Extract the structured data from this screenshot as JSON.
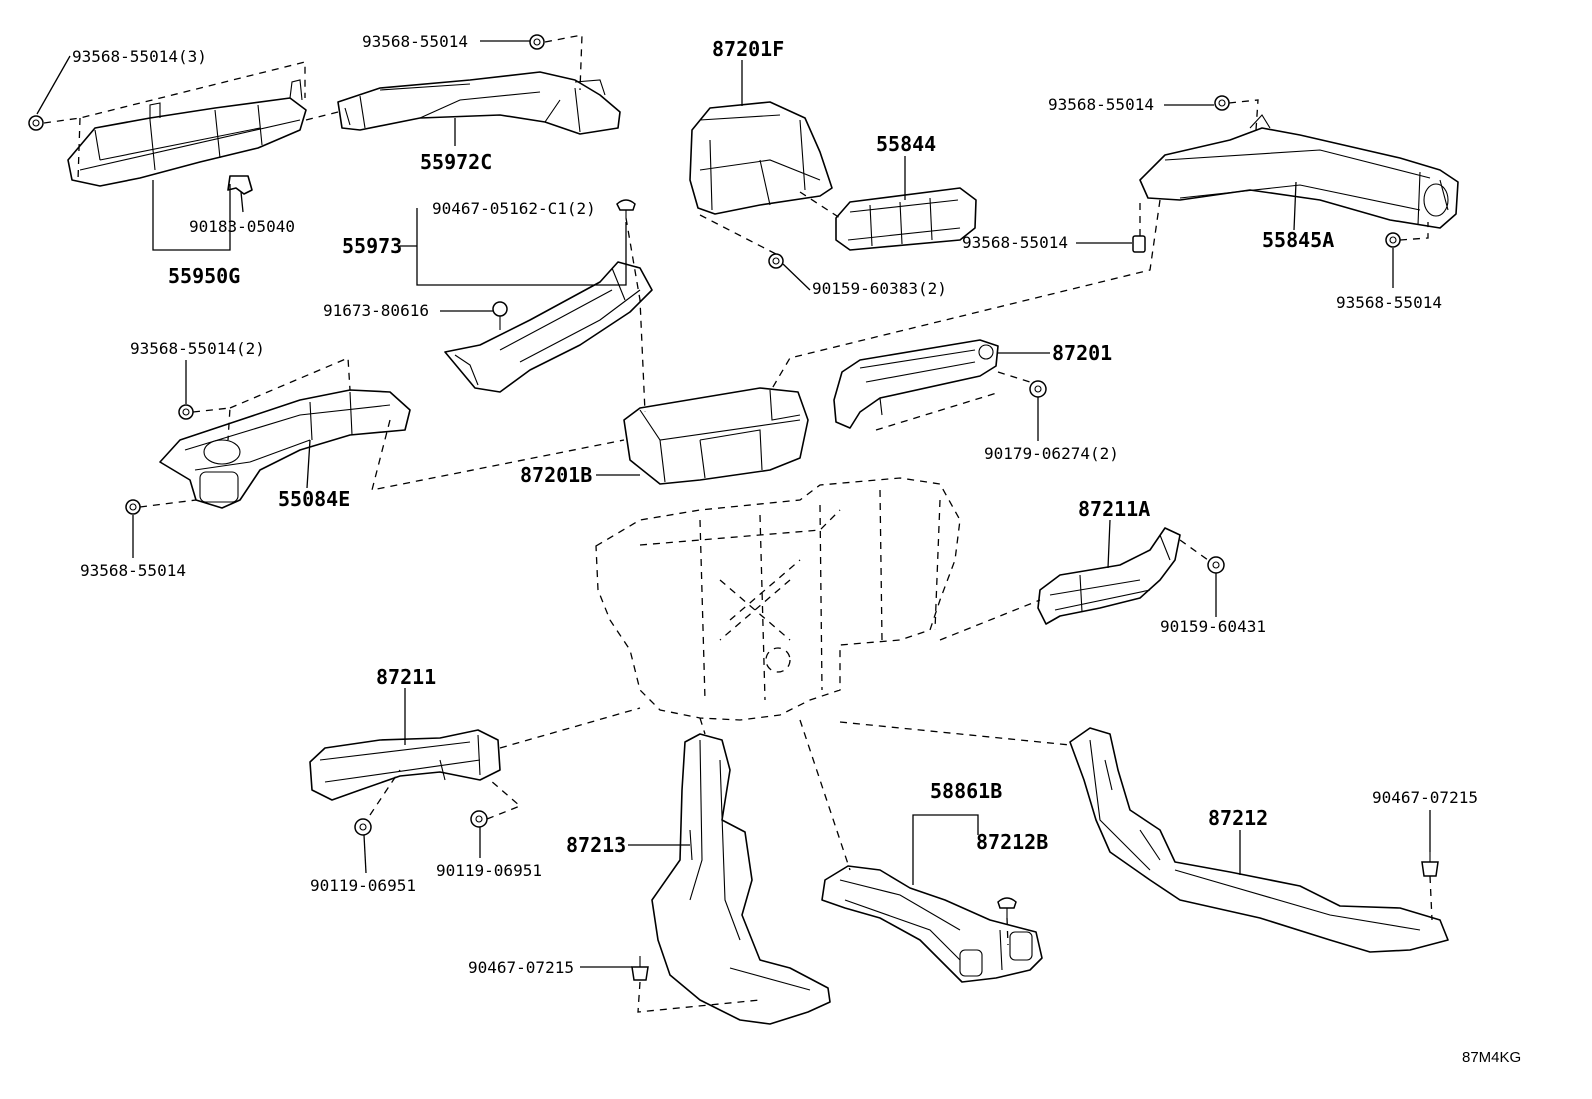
{
  "diagram_code": "87M4KG",
  "labels": {
    "l_93568_3": "93568-55014(3)",
    "l_93568_top": "93568-55014",
    "l_55972C": "55972C",
    "l_90183": "90183-05040",
    "l_55950G": "55950G",
    "l_90467_c1": "90467-05162-C1(2)",
    "l_55973": "55973",
    "l_91673": "91673-80616",
    "l_87201F": "87201F",
    "l_55844": "55844",
    "l_90159_2": "90159-60383(2)",
    "l_93568_r1": "93568-55014",
    "l_93568_r2": "93568-55014",
    "l_55845A": "55845A",
    "l_93568_r3": "93568-55014",
    "l_93568_2": "93568-55014(2)",
    "l_55084E": "55084E",
    "l_93568_l": "93568-55014",
    "l_87201": "87201",
    "l_90179": "90179-06274(2)",
    "l_87201B": "87201B",
    "l_87211A": "87211A",
    "l_90159_60431": "90159-60431",
    "l_87211": "87211",
    "l_90119_a": "90119-06951",
    "l_90119_b": "90119-06951",
    "l_87213": "87213",
    "l_90467_a": "90467-07215",
    "l_58861B": "58861B",
    "l_87212B": "87212B",
    "l_87212": "87212",
    "l_90467_b": "90467-07215"
  }
}
